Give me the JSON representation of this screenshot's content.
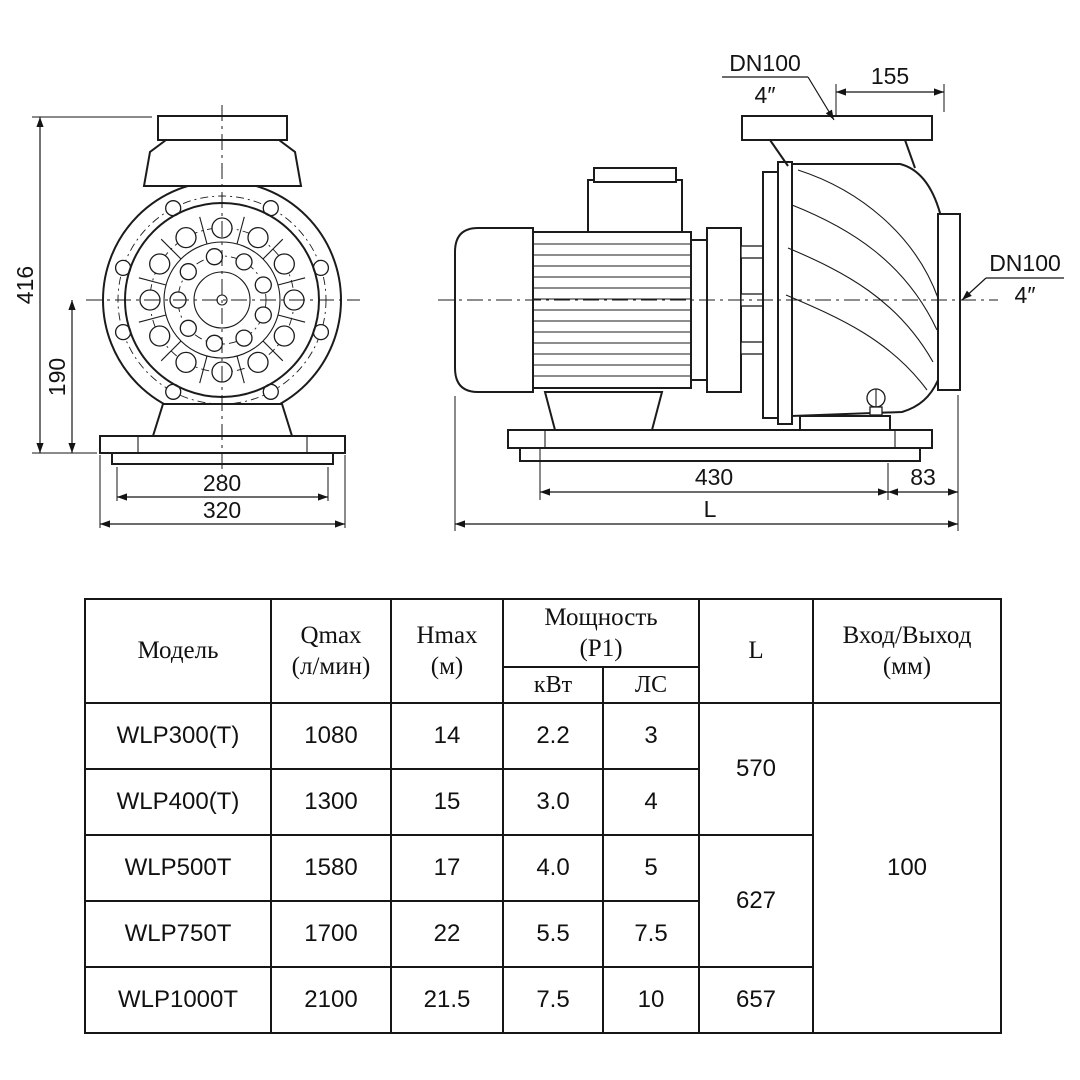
{
  "drawings": {
    "front_view": {
      "dim_height_total": "416",
      "dim_height_center": "190",
      "dim_base_inner": "280",
      "dim_base_outer": "320"
    },
    "side_view": {
      "top_flange_dn": "DN100",
      "top_flange_size": "4″",
      "dim_top_offset": "155",
      "side_flange_dn": "DN100",
      "side_flange_size": "4″",
      "dim_body_length": "430",
      "dim_rear_offset": "83",
      "dim_total_length": "L"
    }
  },
  "table": {
    "headers": {
      "model": "Модель",
      "qmax_line1": "Qmax",
      "qmax_line2": "(л/мин)",
      "hmax_line1": "Hmax",
      "hmax_line2": "(м)",
      "power_line1": "Мощность",
      "power_line2": "(P1)",
      "power_kw": "кВт",
      "power_hp": "ЛС",
      "length": "L",
      "io_line1": "Вход/Выход",
      "io_line2": "(мм)"
    },
    "rows": [
      {
        "model": "WLP300(T)",
        "qmax": "1080",
        "hmax": "14",
        "kw": "2.2",
        "hp": "3"
      },
      {
        "model": "WLP400(T)",
        "qmax": "1300",
        "hmax": "15",
        "kw": "3.0",
        "hp": "4"
      },
      {
        "model": "WLP500T",
        "qmax": "1580",
        "hmax": "17",
        "kw": "4.0",
        "hp": "5"
      },
      {
        "model": "WLP750T",
        "qmax": "1700",
        "hmax": "22",
        "kw": "5.5",
        "hp": "7.5"
      },
      {
        "model": "WLP1000T",
        "qmax": "2100",
        "hmax": "21.5",
        "kw": "7.5",
        "hp": "10"
      }
    ],
    "l_values": [
      {
        "value": "570"
      },
      {
        "value": "627"
      },
      {
        "value": "657"
      }
    ],
    "io_value": "100"
  }
}
